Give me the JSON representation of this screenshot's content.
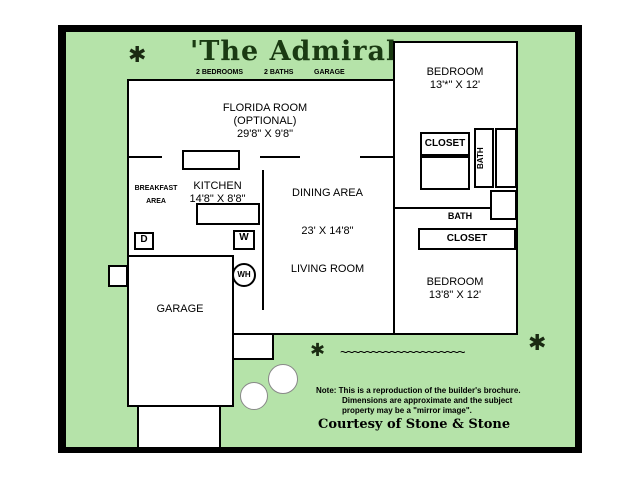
{
  "title": "'The Admiral",
  "features": [
    "2 BEDROOMS",
    "2 BATHS",
    "GARAGE"
  ],
  "rooms": {
    "florida": {
      "name": "FLORIDA ROOM",
      "sub": "(OPTIONAL)",
      "dims": "29'8\" X 9'8\""
    },
    "kitchen": {
      "name": "KITCHEN",
      "dims": "14'8\" X 8'8\""
    },
    "breakfast": "BREAKFAST AREA",
    "dining": "DINING AREA",
    "living": {
      "dims": "23' X 14'8\"",
      "name": "LIVING ROOM"
    },
    "garage": "GARAGE",
    "bedroom1": {
      "name": "BEDROOM",
      "dims": "13'*\" X 12'"
    },
    "bedroom2": {
      "name": "BEDROOM",
      "dims": "13'8\" X 12'"
    },
    "closet1": "CLOSET",
    "closet2": "CLOSET",
    "bath1": "BATH",
    "bath2": "BATH",
    "dryer": "D",
    "washer": "W",
    "water_heater": "WH"
  },
  "note": [
    "Note: This is a reproduction of the builder's brochure.",
    "Dimensions are approximate and the subject",
    "property may be a \"mirror image\"."
  ],
  "courtesy": "Courtesy of Stone & Stone"
}
